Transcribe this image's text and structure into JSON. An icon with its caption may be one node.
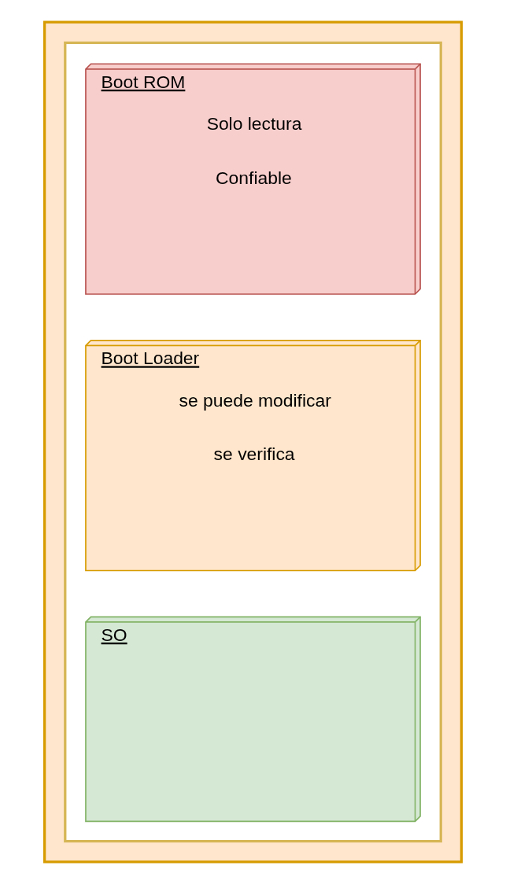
{
  "diagram": {
    "nodes": [
      {
        "text": [],
        "shape": "box"
      },
      {
        "text": [],
        "shape": "box",
        "in": 0
      },
      {
        "text": [
          "Boot ROM",
          "Solo lectura",
          "Confiable"
        ],
        "in": 1
      },
      {
        "text": [
          "Boot Loader",
          "se puede modificar",
          "se verifica"
        ],
        "in": 1
      },
      {
        "text": [
          "SO"
        ],
        "in": 1
      }
    ]
  }
}
